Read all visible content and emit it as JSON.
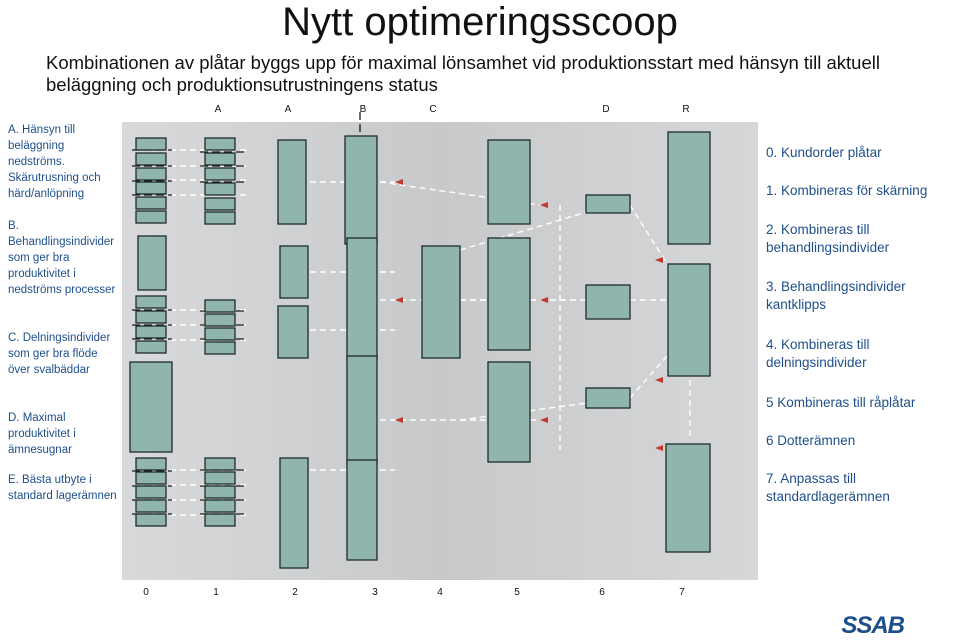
{
  "title": "Nytt optimeringsscoop",
  "subtitle": "Kombinationen av plåtar byggs upp för maximal lönsamhet vid produktionsstart med hänsyn till aktuell beläggning och produktionsutrustningens status",
  "column_letters": [
    "A",
    "A",
    "B",
    "C",
    "D",
    "R"
  ],
  "column_numbers": [
    "0",
    "1",
    "2",
    "3",
    "4",
    "5",
    "6",
    "7"
  ],
  "left_labels": [
    "A. Hänsyn till beläggning nedströms. Skärutrusning och härd/anlöpning",
    "B. Behandlingsindivider som ger bra produktivitet i nedströms processer",
    "C. Delningsindivider som ger bra flöde över svalbäddar",
    "D. Maximal produktivitet i ämnesugnar",
    "E. Bästa utbyte i standard lagerämnen"
  ],
  "right_labels": [
    "0. Kundorder plåtar",
    "1. Kombineras för skärning",
    "2. Kombineras till behandlingsindivider",
    "3. Behandlingsindivider kantklipps",
    "4. Kombineras till delningsindivider",
    "5 Kombineras till råplåtar",
    "6 Dotterämnen",
    "7. Anpassas till standardlagerämnen"
  ],
  "logo": "SSAB",
  "colors": {
    "panel": "#cfd0d2",
    "plate_fill": "#8fb5ad",
    "plate_stroke": "#1f2b2b",
    "arrow": "#c0392b",
    "label_text": "#1f4f8a",
    "dashed": "#ffffff"
  }
}
